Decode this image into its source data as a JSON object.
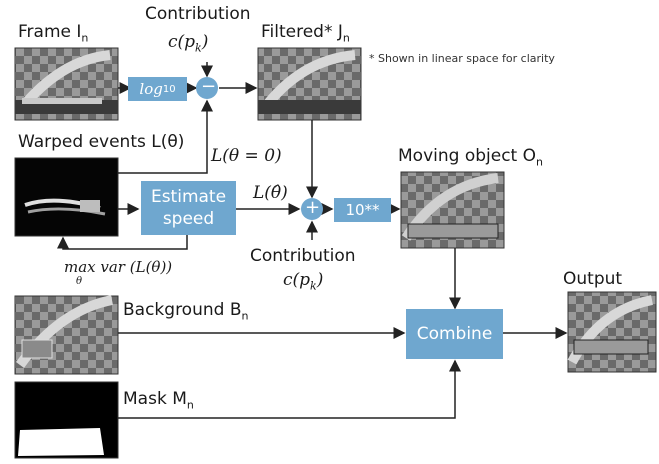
{
  "labels": {
    "frame": "Frame I",
    "frame_sub": "n",
    "contribution_top": "Contribution",
    "contribution_top_math": "c(p",
    "contribution_top_sub": "k",
    "contribution_top_close": ")",
    "filtered": "Filtered* J",
    "filtered_sub": "n",
    "note": "* Shown in linear space for clarity",
    "warped_events": "Warped events L(θ)",
    "l_theta_zero": "L(θ = 0)",
    "l_theta_hat": "L(θ̂)",
    "moving_object": "Moving object O",
    "moving_object_sub": "n",
    "contribution_bottom": "Contribution",
    "contribution_bottom_math": "c(p",
    "contribution_bottom_sub": "k",
    "contribution_bottom_close": ")",
    "max_var": "max var (L(θ))",
    "max_var_sub": "θ",
    "background": "Background B",
    "background_sub": "n",
    "mask": "Mask M",
    "mask_sub": "n",
    "output": "Output"
  },
  "boxes": {
    "log": "log",
    "log_sub": "10",
    "estimate_speed": "Estimate speed",
    "pow": "10**",
    "combine": "Combine"
  },
  "operators": {
    "minus": "−",
    "plus": "+"
  },
  "colors": {
    "box_fill": "#6fa7cf",
    "op_fill": "#6fa7cf",
    "arrow": "#222222"
  }
}
